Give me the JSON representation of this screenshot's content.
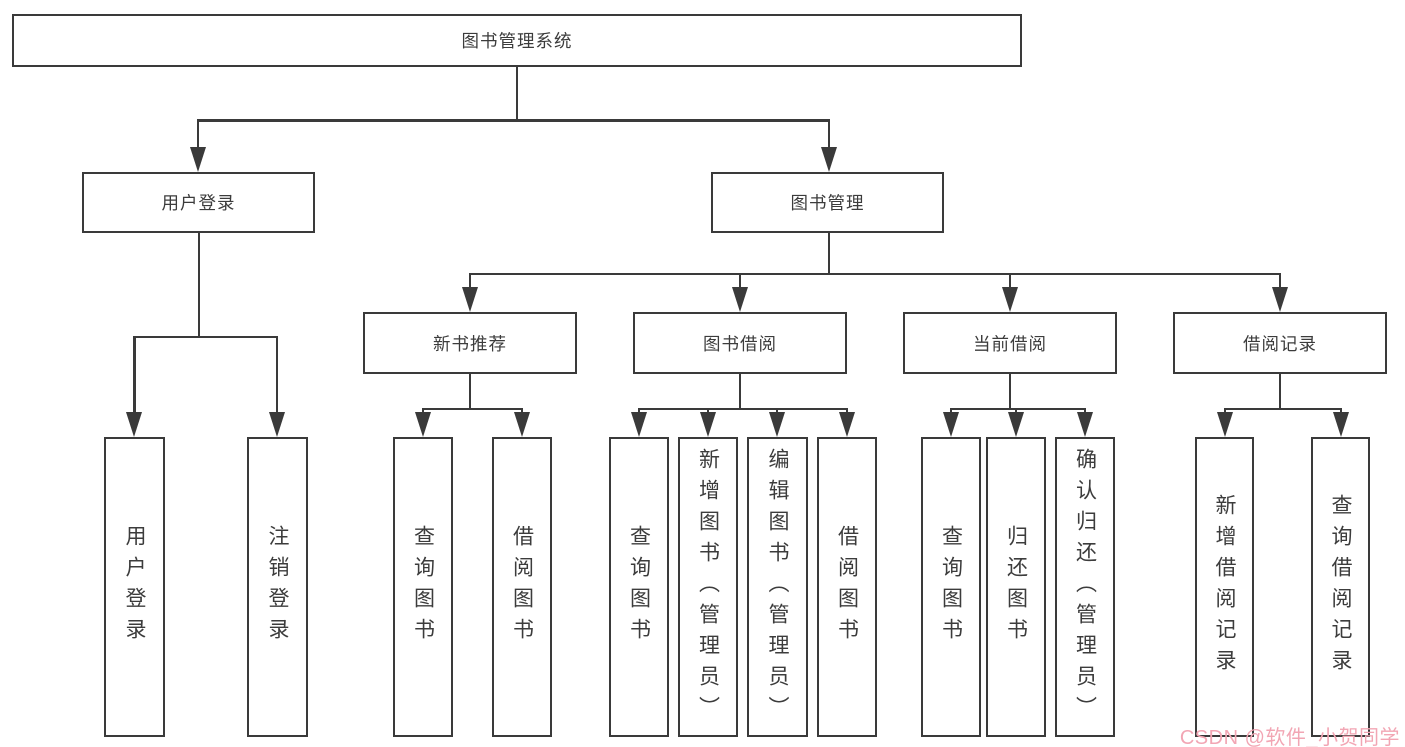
{
  "diagram": {
    "type": "hierarchy",
    "root": "图书管理系统",
    "level2": [
      "用户登录",
      "图书管理"
    ],
    "level3": [
      "新书推荐",
      "图书借阅",
      "当前借阅",
      "借阅记录"
    ],
    "leaves": {
      "login": [
        "用户登录",
        "注销登录"
      ],
      "recommend": [
        "查询图书",
        "借阅图书"
      ],
      "borrow": [
        "查询图书",
        "新增图书（管理员）",
        "编辑图书（管理员）",
        "借阅图书"
      ],
      "current": [
        "查询图书",
        "归还图书",
        "确认归还（管理员）"
      ],
      "record": [
        "新增借阅记录",
        "查询借阅记录"
      ]
    },
    "colors": {
      "line": "#3a3a3a",
      "text": "#3c3c3c",
      "background": "#ffffff",
      "watermark": "#f2a6b4"
    },
    "watermark": "CSDN @软件_小贺同学"
  }
}
